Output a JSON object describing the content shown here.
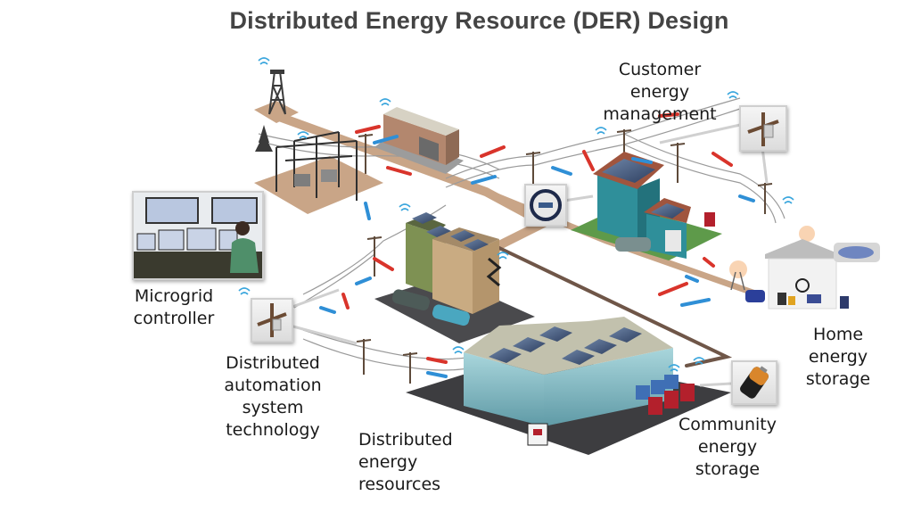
{
  "title": "Distributed Energy Resource (DER) Design",
  "labels": {
    "customer_energy_management": [
      "Customer",
      "energy",
      "management"
    ],
    "microgrid_controller": [
      "Microgrid",
      "controller"
    ],
    "distributed_automation": [
      "Distributed",
      "automation",
      "system",
      "technology"
    ],
    "distributed_energy_resources": [
      "Distributed",
      "energy",
      "resources"
    ],
    "community_energy_storage": [
      "Community",
      "energy",
      "storage"
    ],
    "home_energy_storage": [
      "Home",
      "energy",
      "storage"
    ]
  },
  "colors": {
    "title": "#444444",
    "flow_out": "#d9342b",
    "flow_in": "#2f8fd6",
    "wireless": "#3aa6dd",
    "conduit": "#c9a587",
    "ground_dark": "#3d3d40",
    "lawn": "#5e9a4a",
    "house": "#2f8f9a",
    "glass": "#8fc3cc",
    "battery_red": "#b3202c",
    "battery_blue": "#3f6fb5"
  },
  "icons": {
    "transmission_tower": "transmission-tower-icon",
    "substation": "substation-icon",
    "control_building": "control-building-icon",
    "utility_pole": "utility-pole-icon",
    "smart_meter": "smart-meter-icon",
    "battery": "battery-icon",
    "solar_panel": "solar-panel-icon",
    "wireless": "wireless-signal-icon",
    "electric_car": "electric-car-icon",
    "smart_home": "smart-home-icon"
  }
}
